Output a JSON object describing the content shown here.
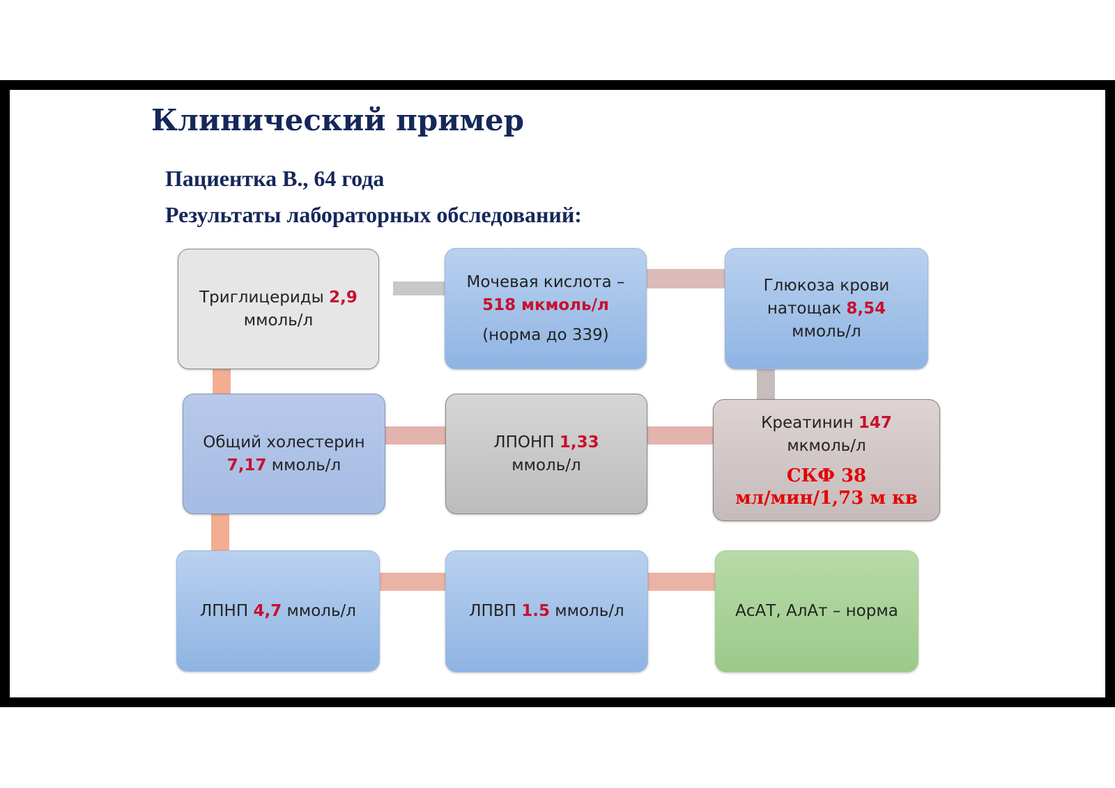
{
  "title": "Клинический пример",
  "patient": "Пациентка В., 64 года",
  "results_heading": "Результаты лабораторных обследований:",
  "boxes": {
    "triglycerides": {
      "label": "Триглицериды ",
      "value": "2,9",
      "unit": "ммоль/л"
    },
    "uric_acid": {
      "label": "Мочевая кислота –",
      "value": "518 мкмоль/л",
      "note": "(норма до 339)"
    },
    "glucose": {
      "label": "Глюкоза крови",
      "label2": "натощак ",
      "value": "8,54",
      "unit": "ммоль/л"
    },
    "cholesterol": {
      "label": "Общий холестерин",
      "value": "7,17",
      "unit": " ммоль/л"
    },
    "vldl": {
      "label": "ЛПОНП ",
      "value": "1,33",
      "unit": "ммоль/л"
    },
    "creatinine": {
      "label": "Креатинин ",
      "value": "147",
      "unit": "мкмоль/л",
      "gfr1": "СКФ 38",
      "gfr2": "мл/мин/1,73 м кв"
    },
    "ldl": {
      "label": "ЛПНП ",
      "value": "4,7",
      "unit": " ммоль/л"
    },
    "hdl": {
      "label": "ЛПВП ",
      "value": "1.5",
      "unit": " ммоль/л"
    },
    "liver": {
      "label": "АсАТ, АлАт –  норма"
    }
  },
  "colors": {
    "title": "#16275a",
    "highlight": "#c8102e",
    "box_blue": "#a9c5ea",
    "box_green": "#a9d197",
    "box_gray": "#cccccc",
    "connector_salmon": "#f2ac8e",
    "connector_pink": "#e1b6b0",
    "connector_gray": "#c8c8c8"
  }
}
